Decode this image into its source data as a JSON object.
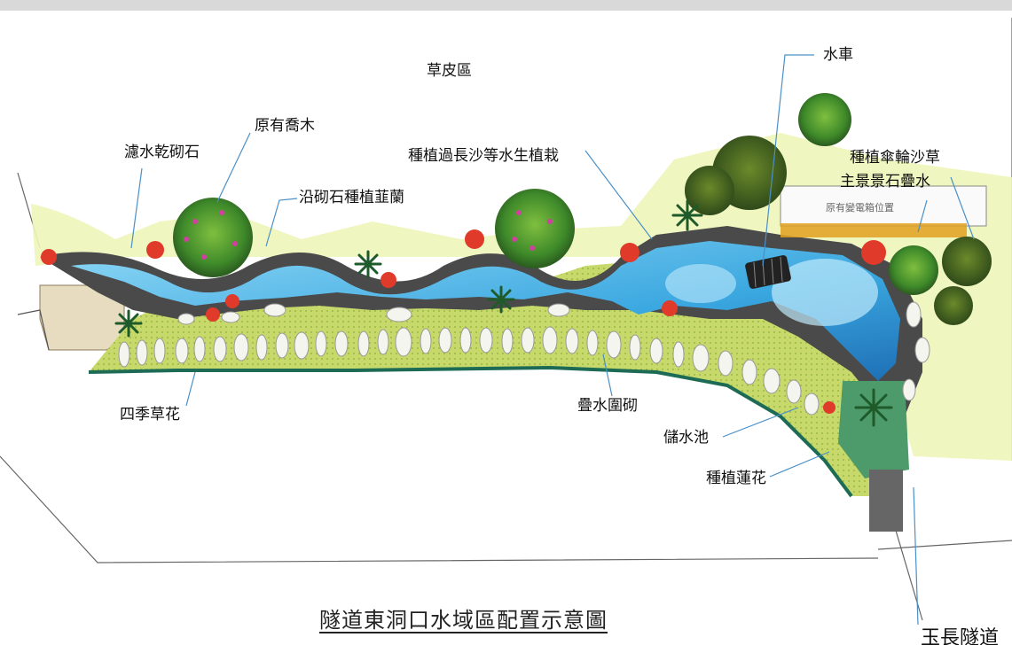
{
  "title": "隧道東洞口水域區配置示意圖",
  "labels": {
    "lawn_area": "草皮區",
    "water_wheel": "水車",
    "original_trees": "原有喬木",
    "filter_dry_stone": "濾水乾砌石",
    "orchid_along_stone": "沿砌石種植韮蘭",
    "aquatic_plants": "種植過長沙等水生植栽",
    "umbrella_sedge": "種植傘輪沙草",
    "main_rock_cascade": "主景景石疊水",
    "seasonal_flowers": "四季草花",
    "cascade_masonry": "疊水圍砌",
    "reservoir": "儲水池",
    "lotus": "種植蓮花",
    "tunnel_name": "玉長隧道",
    "transformer_box": "原有變電箱位置"
  },
  "colors": {
    "lawn": "#c6d96a",
    "water": "#3aa7e0",
    "stone": "#4a4a4a",
    "tree": "#3f6b2a",
    "flower": "#e03a2a",
    "edge": "#1d6b55",
    "background_grass": "#eef5b8"
  }
}
